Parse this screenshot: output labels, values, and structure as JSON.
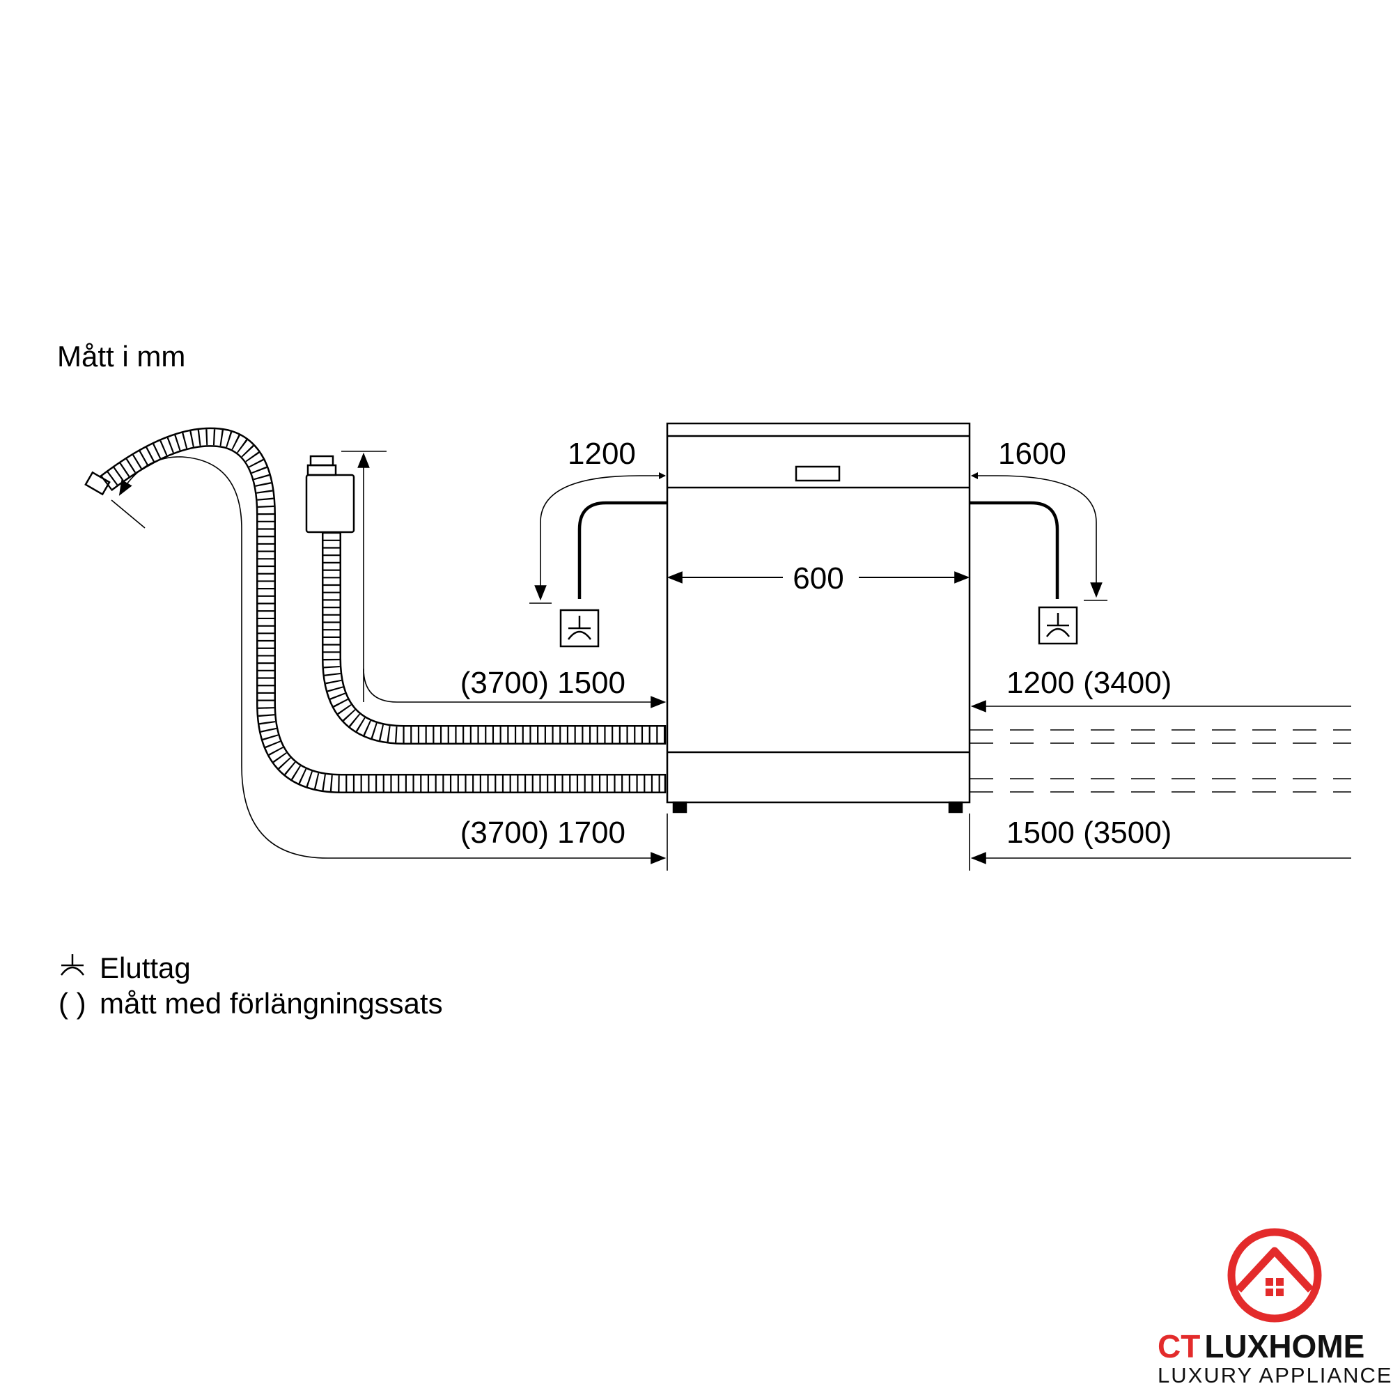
{
  "labels": {
    "units_title": "Mått i mm",
    "dim_left_top": "1200",
    "dim_right_top": "1600",
    "dim_width": "600",
    "dim_left_mid": "(3700) 1500",
    "dim_right_mid": "1200 (3400)",
    "dim_left_bottom": "(3700) 1700",
    "dim_right_bottom": "1500 (3500)"
  },
  "legend": {
    "socket_symbol": "⅄",
    "socket_label": "Eluttag",
    "parens_symbol": "( )",
    "parens_label": "mått med förlängningssats"
  },
  "logo": {
    "name_ct": "CT",
    "name_lux": "LUXHOME",
    "tagline": "LUXURY APPLIANCES",
    "colors": {
      "red": "#e32b2b",
      "dark": "#111111"
    }
  },
  "icons": [
    "socket-icon",
    "house-logo-icon",
    "water-tap-icon",
    "hose-icon"
  ]
}
